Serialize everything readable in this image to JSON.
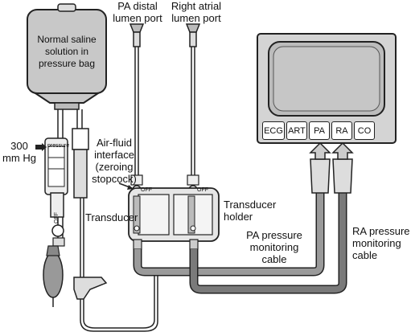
{
  "labels": {
    "bag": [
      "Normal saline",
      "solution in",
      "pressure bag"
    ],
    "pa_port": [
      "PA distal",
      "lumen port"
    ],
    "ra_port": [
      "Right atrial",
      "lumen port"
    ],
    "pressure_value": [
      "300",
      "mm Hg"
    ],
    "air_fluid": [
      "Air-fluid",
      "interface",
      "(zeroing",
      "stopcock)"
    ],
    "transducer": "Transducer",
    "transducer_holder": [
      "Transducer",
      "holder"
    ],
    "pa_cable": [
      "PA pressure",
      "monitoring",
      "cable"
    ],
    "ra_cable": [
      "RA pressure",
      "monitoring",
      "cable"
    ],
    "gauge_text": "pressure",
    "stopcock_off": "OFF"
  },
  "monitor": {
    "buttons": [
      "ECG",
      "ART",
      "PA",
      "RA",
      "CO"
    ]
  }
}
